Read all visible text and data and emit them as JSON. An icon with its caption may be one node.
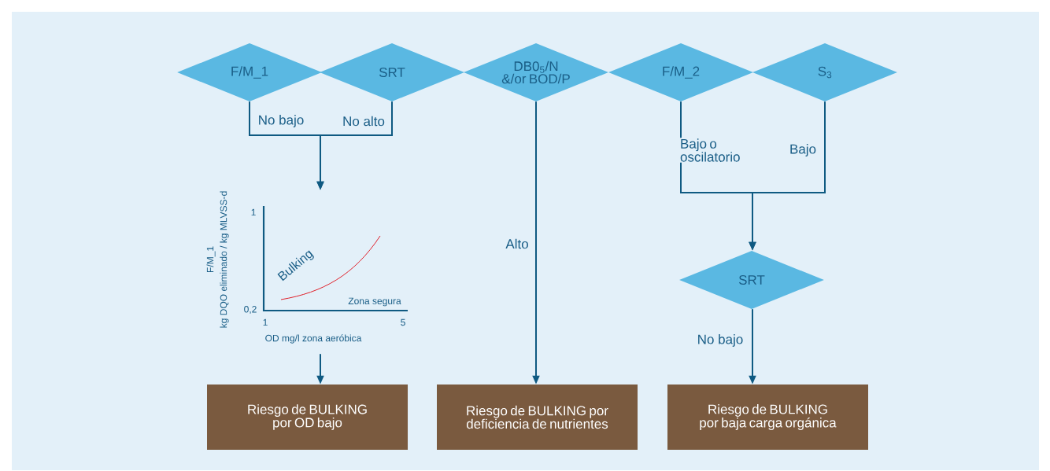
{
  "diagram": {
    "nodes": [
      {
        "text": [
          "F/M_1"
        ]
      },
      {
        "text": [
          "SRT"
        ]
      },
      {
        "text": [
          "DB0$_{5}$/N &/or BOD/P"
        ]
      },
      {
        "text": [
          "F/M_2"
        ]
      },
      {
        "text": [
          "S$_{3}$"
        ]
      },
      {
        "text": [
          "F/M_1",
          "kg DQO eliminado / kg MLVSS-d",
          "1",
          "Bulking",
          "Zona segura",
          "0,2",
          "1",
          "5",
          "OD mg/l zona aeróbica"
        ]
      },
      {
        "text": [
          "SRT"
        ]
      },
      {
        "text": [
          "Riesgo de BULKING por OD bajo"
        ]
      },
      {
        "text": [
          "Riesgo de BULKING por deficiencia de nutrientes"
        ]
      },
      {
        "text": [
          "Riesgo de BULKING por baja carga orgánica"
        ]
      }
    ],
    "edges": [
      {
        "from": 0,
        "to": 5,
        "arrow": "to",
        "label": "No bajo"
      },
      {
        "from": 1,
        "to": 5,
        "arrow": "to",
        "label": "No alto"
      },
      {
        "from": 5,
        "to": 7,
        "arrow": "to"
      },
      {
        "from": 2,
        "to": 8,
        "arrow": "to",
        "label": "Alto"
      },
      {
        "from": 3,
        "to": 6,
        "arrow": "to",
        "label": "Bajo o oscilatorio"
      },
      {
        "from": 4,
        "to": 6,
        "arrow": "to",
        "label": "Bajo"
      },
      {
        "from": 6,
        "to": 9,
        "arrow": "to",
        "label": "No bajo"
      }
    ]
  }
}
